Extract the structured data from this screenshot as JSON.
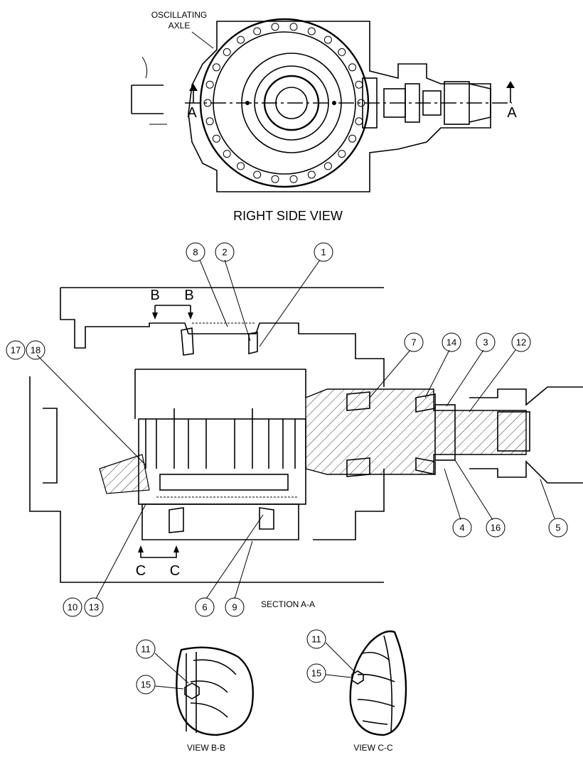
{
  "labels": {
    "oscillating_axle_line1": "OSCILLATING",
    "oscillating_axle_line2": "AXLE",
    "section_a_left": "A",
    "section_a_right": "A",
    "right_side_view": "RIGHT SIDE VIEW",
    "section_b_left": "B",
    "section_b_right": "B",
    "section_c_left": "C",
    "section_c_right": "C",
    "section_aa": "SECTION A-A",
    "view_bb": "VIEW B-B",
    "view_cc": "VIEW C-C"
  },
  "callouts": {
    "c1": "1",
    "c2": "2",
    "c3": "3",
    "c4": "4",
    "c5": "5",
    "c6": "6",
    "c7": "7",
    "c8": "8",
    "c9": "9",
    "c10": "10",
    "c11_bb": "11",
    "c11_cc": "11",
    "c12": "12",
    "c13": "13",
    "c14": "14",
    "c15_bb": "15",
    "c15_cc": "15",
    "c16": "16",
    "c17": "17",
    "c18": "18"
  }
}
